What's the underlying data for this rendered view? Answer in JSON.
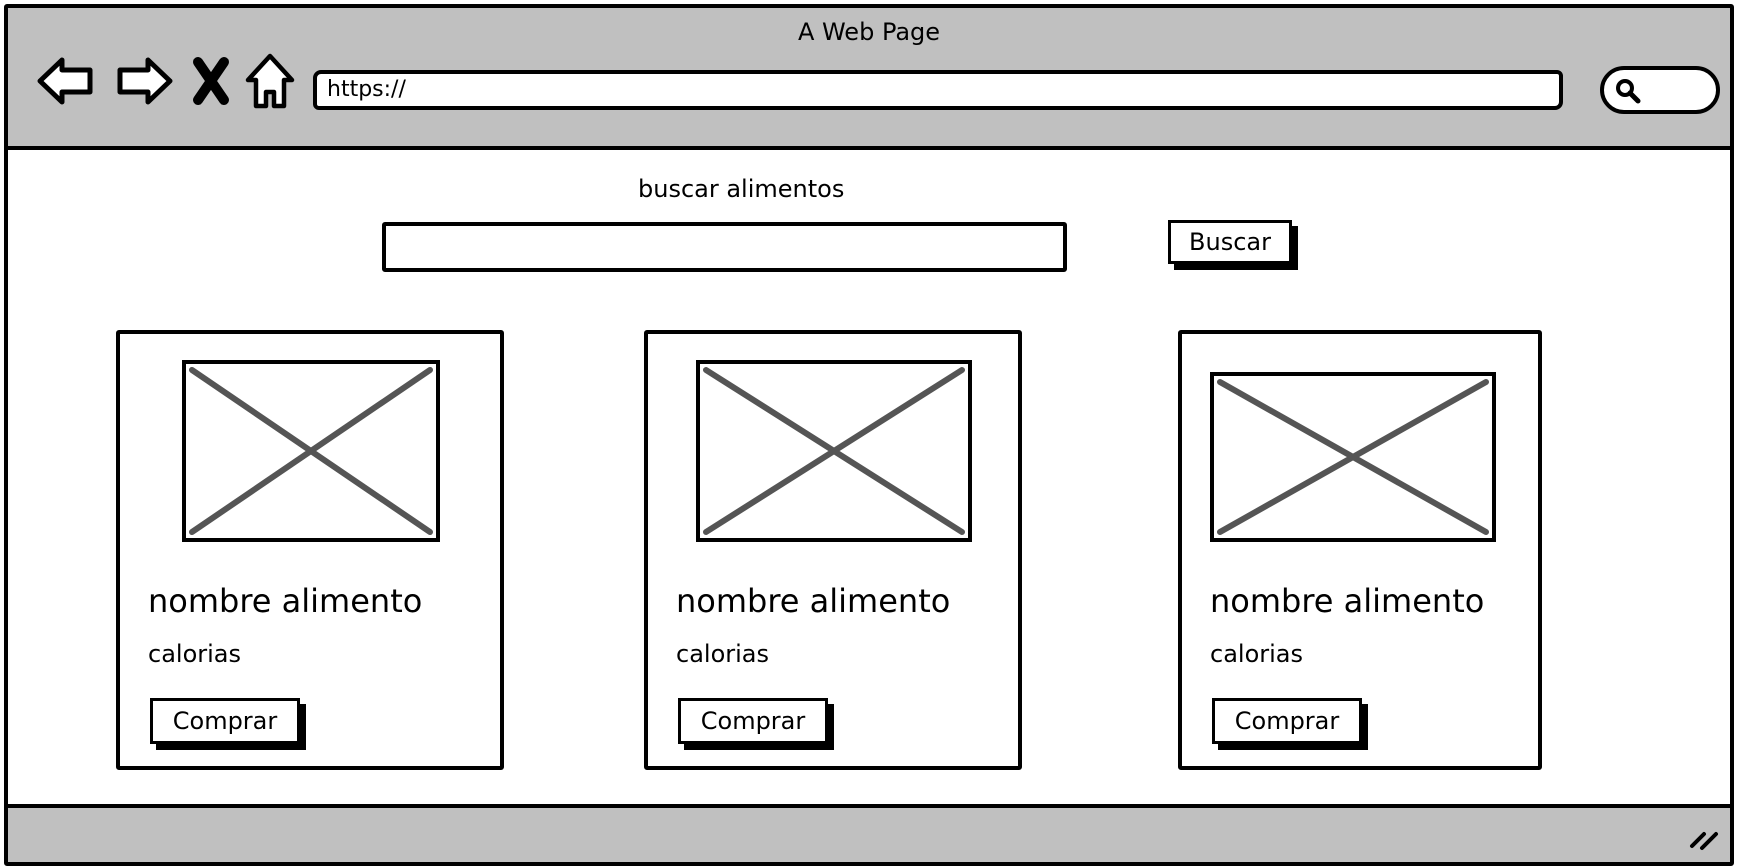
{
  "window": {
    "title": "A Web Page"
  },
  "browser": {
    "url": "https://",
    "icons": [
      "back-arrow-icon",
      "forward-arrow-icon",
      "close-x-icon",
      "home-icon",
      "search-icon"
    ]
  },
  "search": {
    "label": "buscar alimentos",
    "input_value": "",
    "button_label": "Buscar"
  },
  "cards": [
    {
      "name": "nombre alimento",
      "calories": "calorias",
      "buy_label": "Comprar"
    },
    {
      "name": "nombre alimento",
      "calories": "calorias",
      "buy_label": "Comprar"
    },
    {
      "name": "nombre alimento",
      "calories": "calorias",
      "buy_label": "Comprar"
    }
  ],
  "colors": {
    "chrome": "#c0c0c0",
    "stroke": "#000000",
    "placeholder_cross": "#555555"
  }
}
